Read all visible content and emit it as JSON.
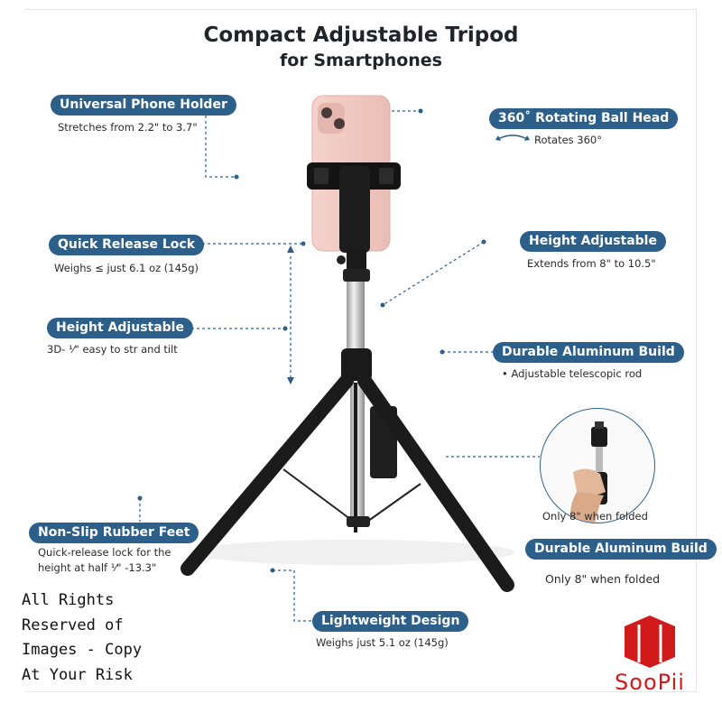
{
  "title": "Compact Adjustable Tripod",
  "subtitle": "for Smartphones",
  "callouts": {
    "phone_holder": {
      "label": "Universal Phone Holder",
      "desc": "Stretches from 2.2\" to 3.7\""
    },
    "ball_head": {
      "label": "360˚ Rotating Ball Head",
      "desc": "Rotates 360°"
    },
    "quick_release": {
      "label": "Quick Release Lock",
      "desc": "Weighs ≤ just 6.1 oz (145g)"
    },
    "height_right": {
      "label": "Height Adjustable",
      "desc": "Extends from 8\" to 10.5\""
    },
    "height_left": {
      "label": "Height Adjustable",
      "desc": "3D- ⅟\" easy to str and tilt"
    },
    "aluminum_top": {
      "label": "Durable Aluminum Build",
      "desc": "• Adjustable telescopic rod"
    },
    "folded_caption": "Only 8\" when folded",
    "rubber_feet": {
      "label": "Non-Slip Rubber Feet",
      "desc": "Quick-release lock for the height at half ⅟\" -13.3\""
    },
    "aluminum_bottom": {
      "label": "Durable Aluminum Build",
      "desc": "Only 8\" when folded"
    },
    "lightweight": {
      "label": "Lightweight Design",
      "desc": "Weighs just 5.1 oz (145g)"
    }
  },
  "watermark": "All Rights Reserved of Images - Copy At Your Risk",
  "brand": {
    "name": "SooPii",
    "color": "#d21a1a"
  },
  "colors": {
    "accent": "#2c5f8a",
    "tripod": "#1b1b1b",
    "phone": "#f2c9c3"
  }
}
